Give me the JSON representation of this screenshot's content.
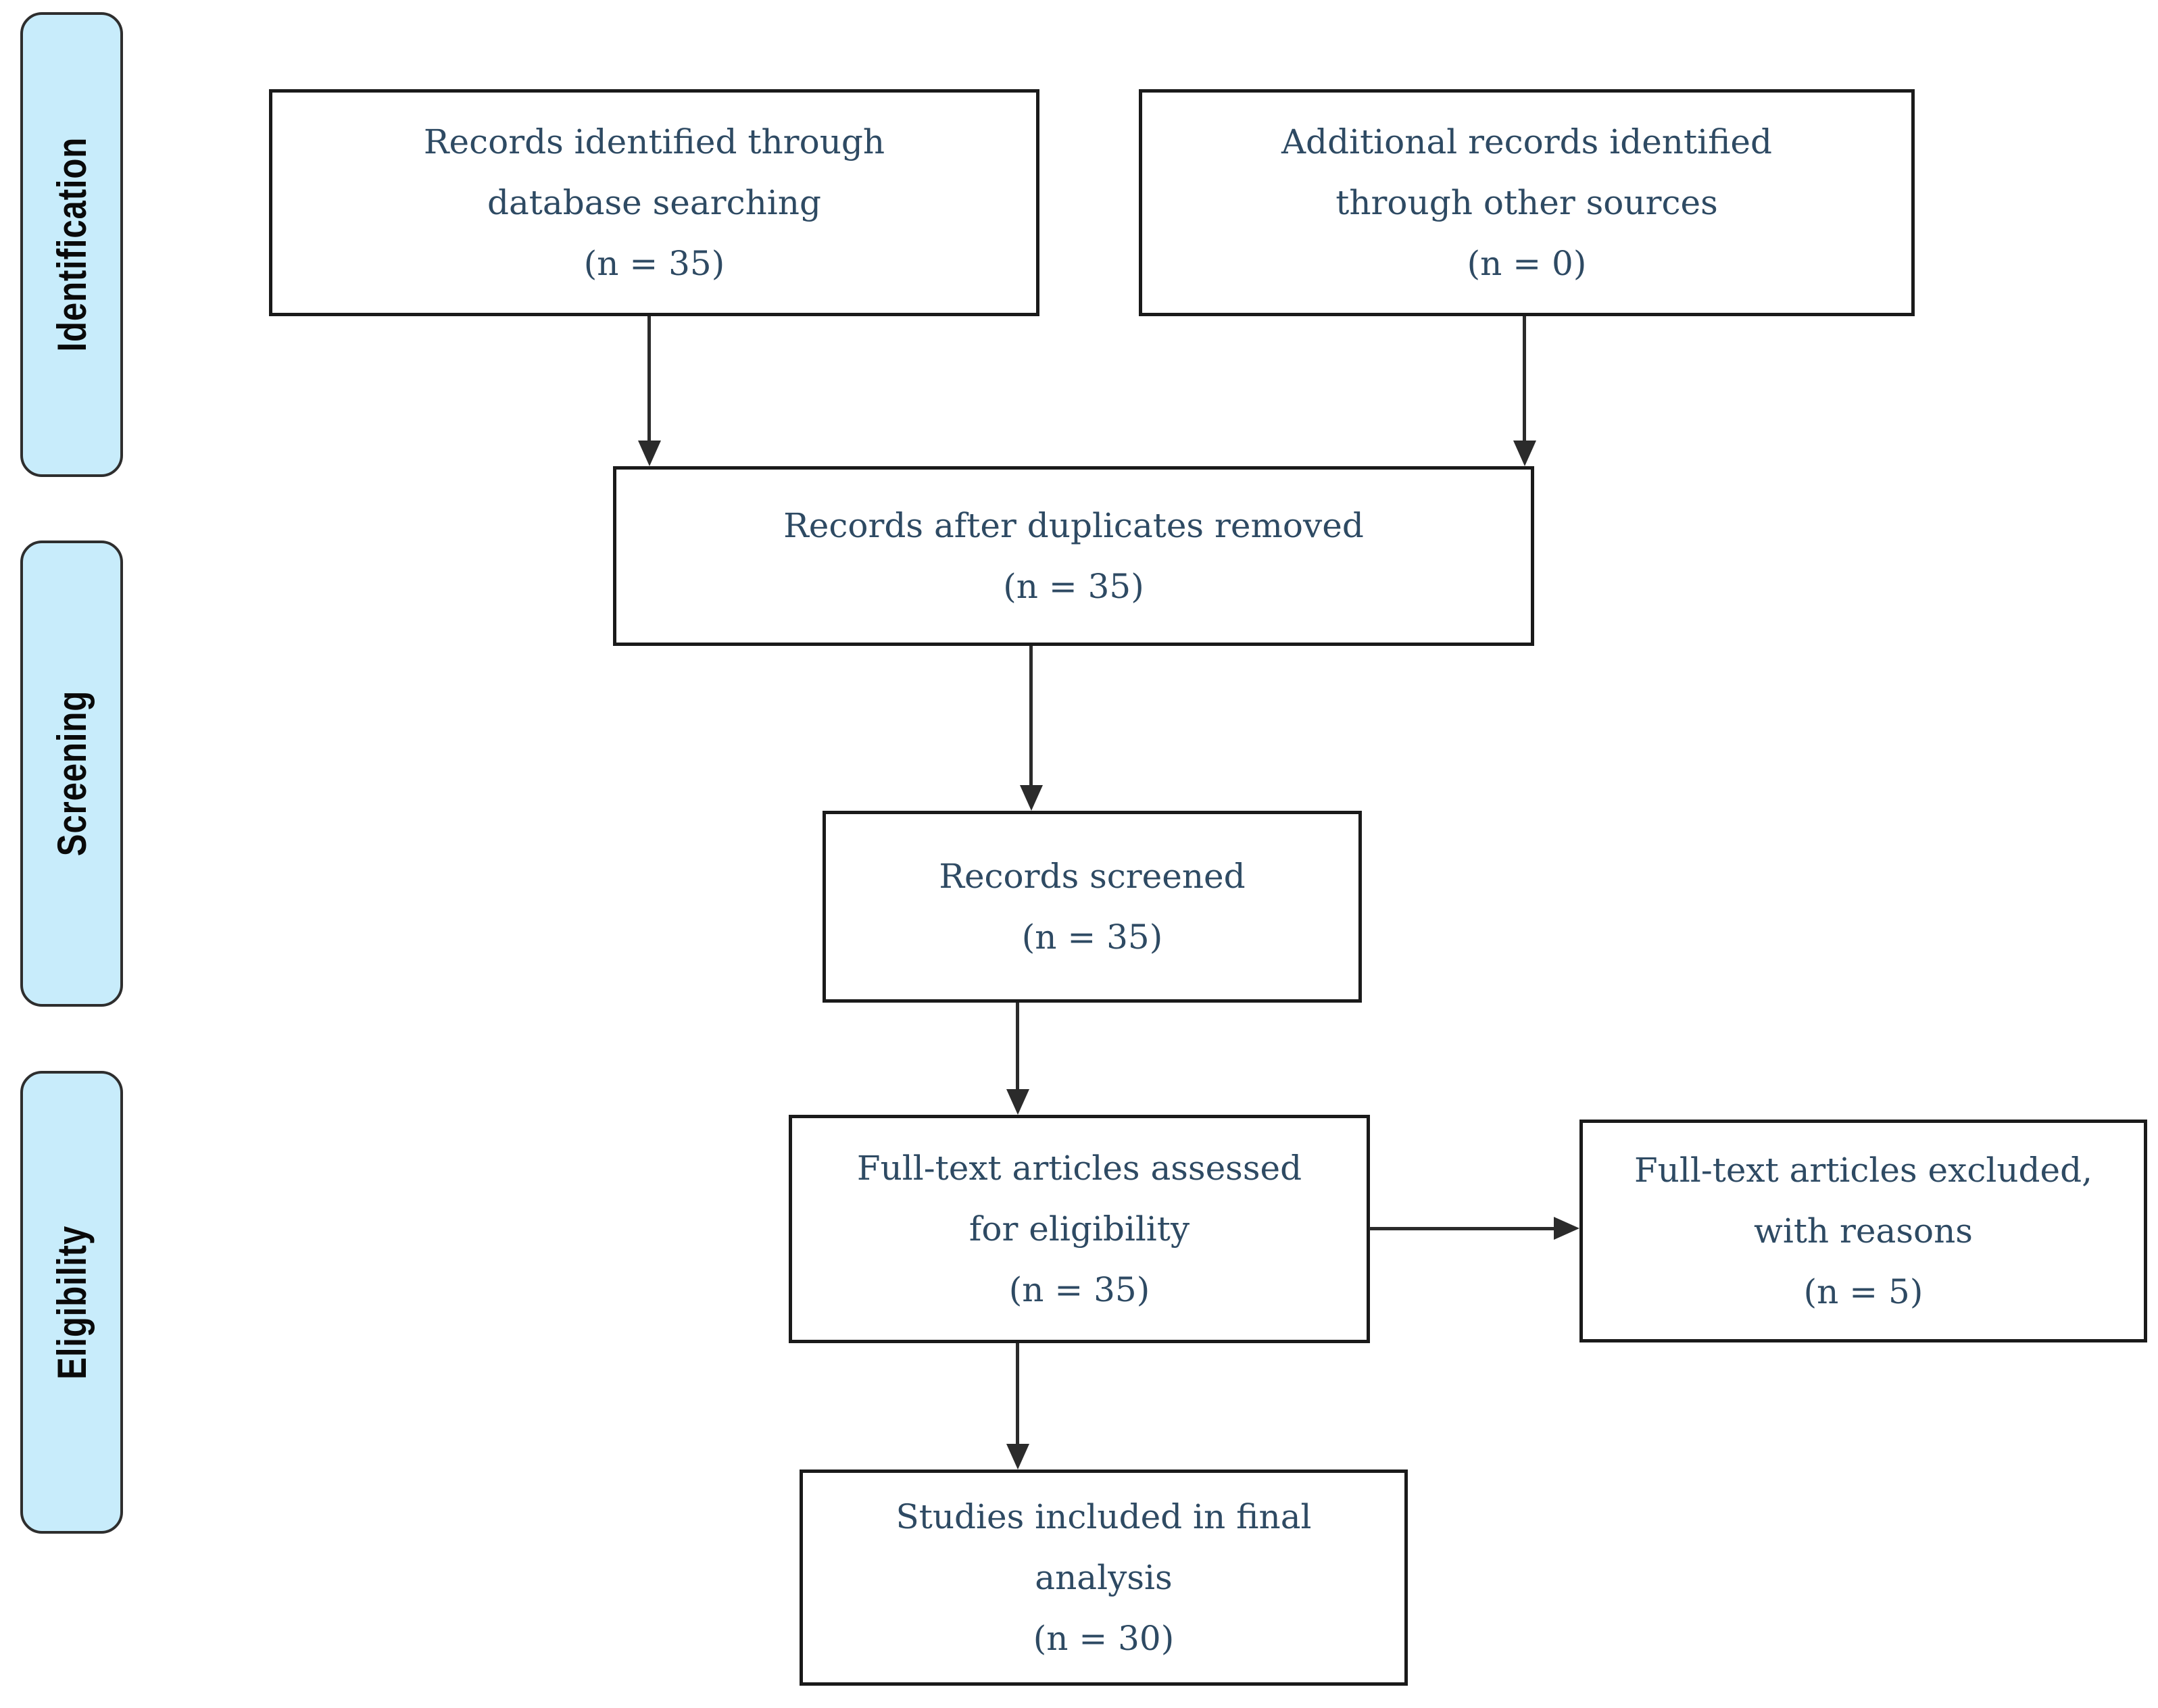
{
  "figure": {
    "stages": [
      {
        "label": "Identification"
      },
      {
        "label": "Screening"
      },
      {
        "label": "Eligibility"
      }
    ],
    "boxes": {
      "identified": {
        "label": "Records identified through\ndatabase searching",
        "count_text": "(n = 35)",
        "n": 35
      },
      "additional": {
        "label": "Additional records identified\nthrough other sources",
        "count_text": "(n = 0)",
        "n": 0
      },
      "deduplicated": {
        "label": "Records after duplicates removed",
        "count_text": "(n = 35)",
        "n": 35
      },
      "screened": {
        "label": "Records screened",
        "count_text": "(n = 35)",
        "n": 35
      },
      "fulltext_assessed": {
        "label": "Full-text articles assessed\nfor eligibility",
        "count_text": "(n = 35)",
        "n": 35
      },
      "fulltext_excluded": {
        "label": "Full-text articles excluded,\nwith reasons",
        "count_text": "(n = 5)",
        "n": 5
      },
      "included": {
        "label": "Studies included in final\nanalysis",
        "count_text": "(n = 30)",
        "n": 30
      }
    },
    "colors": {
      "box_text": "#2e4a63",
      "box_border": "#1a1a1a",
      "stage_fill": "#c8ecfb",
      "stage_border": "#2e2e2e",
      "arrow": "#2b2b2b",
      "stage_text": "#0a0a0a",
      "background": "#ffffff"
    }
  }
}
